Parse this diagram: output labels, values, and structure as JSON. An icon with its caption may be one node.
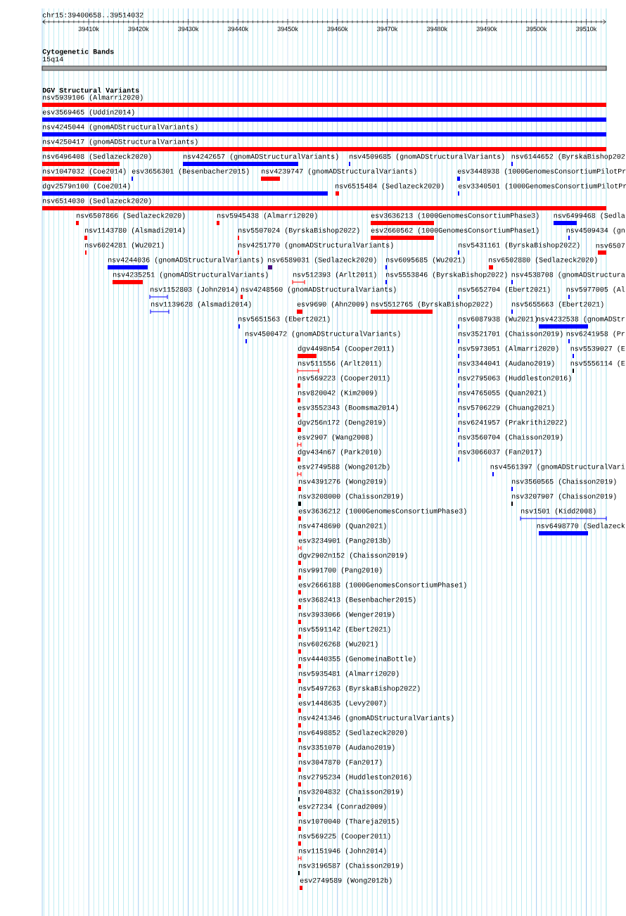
{
  "diagram": {
    "nodes": [
      {
        "text": [
          "15q14"
        ]
      },
      {
        "text": [
          "nsv5939106 (Almarri2020)"
        ]
      },
      {
        "text": [
          "esv3569465 (Uddin2014)"
        ]
      },
      {
        "text": [
          "nsv4245044 (gnomADStructuralVariants)"
        ]
      },
      {
        "text": [
          "nsv4250417 (gnomADStructuralVariants)"
        ]
      },
      {
        "text": [
          "nsv6496408 (Sedlazeck2020)"
        ]
      },
      {
        "text": [
          "nsv4242657 (gnomADStructuralVariants)"
        ]
      },
      {
        "text": [
          "nsv4509685 (gnomADStructuralVariants)"
        ]
      },
      {
        "text": [
          "nsv6144652 (ByrskaBishop202"
        ]
      },
      {
        "text": [
          "nsv1047032 (Coe2014)"
        ]
      },
      {
        "text": [
          "esv3656301 (Besenbacher2015)"
        ]
      },
      {
        "text": [
          "nsv4239747 (gnomADStructuralVariants)"
        ]
      },
      {
        "text": [
          "esv3448938 (1000GenomesConsortiumPilotPr"
        ]
      },
      {
        "text": [
          "dgv2579n100 (Coe2014)"
        ]
      },
      {
        "text": [
          "nsv6515484 (Sedlazeck2020)"
        ]
      },
      {
        "text": [
          "esv3340501 (1000GenomesConsortiumPilotPr"
        ]
      },
      {
        "text": [
          "nsv6514030 (Sedlazeck2020)"
        ]
      },
      {
        "text": [
          "nsv6507866 (Sedlazeck2020)"
        ]
      },
      {
        "text": [
          "nsv5945438 (Almarri2020)"
        ]
      },
      {
        "text": [
          "esv3636213 (1000GenomesConsortiumPhase3)"
        ]
      },
      {
        "text": [
          "nsv6499468 (Sedla"
        ]
      },
      {
        "text": [
          "nsv1143780 (Alsmadi2014)"
        ]
      },
      {
        "text": [
          "nsv5507024 (ByrskaBishop2022)"
        ]
      },
      {
        "text": [
          "esv2660562 (1000GenomesConsortiumPhase1)"
        ]
      },
      {
        "text": [
          "nsv4509434 (gn"
        ]
      },
      {
        "text": [
          "nsv6024281 (Wu2021)"
        ]
      },
      {
        "text": [
          "nsv4251770 (gnomADStructuralVariants)"
        ]
      },
      {
        "text": [
          "nsv5431161 (ByrskaBishop2022)"
        ]
      },
      {
        "text": [
          "nsv6507"
        ]
      },
      {
        "text": [
          "nsv4244036 (gnomADStructuralVariants)"
        ]
      },
      {
        "text": [
          "nsv6589031 (Sedlazeck2020)"
        ]
      },
      {
        "text": [
          "nsv6095685 (Wu2021)"
        ]
      },
      {
        "text": [
          "nsv6502880 (Sedlazeck2020)"
        ]
      },
      {
        "text": [
          "nsv4235251 (gnomADStructuralVariants)"
        ]
      },
      {
        "text": [
          "nsv512393 (Arlt2011)"
        ]
      },
      {
        "text": [
          "nsv5553846 (ByrskaBishop2022)"
        ]
      },
      {
        "text": [
          "nsv4538708 (gnomADStructura"
        ]
      },
      {
        "text": [
          "nsv1152803 (John2014)"
        ]
      },
      {
        "text": [
          "nsv4248560 (gnomADStructuralVariants)"
        ]
      },
      {
        "text": [
          "nsv5652704 (Ebert2021)"
        ]
      },
      {
        "text": [
          "nsv5977005 (Al"
        ]
      },
      {
        "text": [
          "nsv1139628 (Alsmadi2014)"
        ]
      },
      {
        "text": [
          "esv9690 (Ahn2009)"
        ]
      },
      {
        "text": [
          "nsv5512765 (ByrskaBishop2022)"
        ]
      },
      {
        "text": [
          "nsv5655663 (Ebert2021)"
        ]
      },
      {
        "text": [
          "nsv5651563 (Ebert2021)"
        ]
      },
      {
        "text": [
          "nsv6087938 (Wu2021)"
        ]
      },
      {
        "text": [
          "nsv4232538 (gnomADStr"
        ]
      },
      {
        "text": [
          "nsv4500472 (gnomADStructuralVariants)"
        ]
      },
      {
        "text": [
          "nsv3521701 (Chaisson2019)"
        ]
      },
      {
        "text": [
          "nsv6241958 (Pr"
        ]
      },
      {
        "text": [
          "dgv4498n54 (Cooper2011)"
        ]
      },
      {
        "text": [
          "nsv5973051 (Almarri2020)"
        ]
      },
      {
        "text": [
          "nsv5539027 (E"
        ]
      },
      {
        "text": [
          "nsv511556 (Arlt2011)"
        ]
      },
      {
        "text": [
          "nsv3344041 (Audano2019)"
        ]
      },
      {
        "text": [
          "nsv5556114 (E"
        ]
      },
      {
        "text": [
          "nsv569223 (Cooper2011)"
        ]
      },
      {
        "text": [
          "nsv2795063 (Huddleston2016)"
        ]
      },
      {
        "text": [
          "nsv820042 (Kim2009)"
        ]
      },
      {
        "text": [
          "nsv4765055 (Quan2021)"
        ]
      },
      {
        "text": [
          "esv3552343 (Boomsma2014)"
        ]
      },
      {
        "text": [
          "nsv5706229 (Chuang2021)"
        ]
      },
      {
        "text": [
          "dgv256n172 (Deng2019)"
        ]
      },
      {
        "text": [
          "nsv6241957 (Prakrithi2022)"
        ]
      },
      {
        "text": [
          "esv2907 (Wang2008)"
        ]
      },
      {
        "text": [
          "nsv3560704 (Chaisson2019)"
        ]
      },
      {
        "text": [
          "dgv434n67 (Park2010)"
        ]
      },
      {
        "text": [
          "nsv3066037 (Fan2017)"
        ]
      },
      {
        "text": [
          "esv2749588 (Wong2012b)"
        ]
      },
      {
        "text": [
          "nsv4561397 (gnomADStructuralVari"
        ]
      },
      {
        "text": [
          "nsv4391276 (Wong2019)"
        ]
      },
      {
        "text": [
          "nsv3560565 (Chaisson2019)"
        ]
      },
      {
        "text": [
          "nsv3208000 (Chaisson2019)"
        ]
      },
      {
        "text": [
          "nsv3207907 (Chaisson2019)"
        ]
      },
      {
        "text": [
          "esv3636212 (1000GenomesConsortiumPhase3)"
        ]
      },
      {
        "text": [
          "nsv1501 (Kidd2008)"
        ]
      },
      {
        "text": [
          "nsv4748690 (Quan2021)"
        ]
      },
      {
        "text": [
          "nsv6498770 (Sedlazeck"
        ]
      },
      {
        "text": [
          "esv3234901 (Pang2013b)"
        ]
      },
      {
        "text": [
          "dgv2902n152 (Chaisson2019)"
        ]
      },
      {
        "text": [
          "nsv991700 (Pang2010)"
        ]
      },
      {
        "text": [
          "esv2666188 (1000GenomesConsortiumPhase1)"
        ]
      },
      {
        "text": [
          "esv3682413 (Besenbacher2015)"
        ]
      },
      {
        "text": [
          "nsv3933066 (Wenger2019)"
        ]
      },
      {
        "text": [
          "nsv5591142 (Ebert2021)"
        ]
      },
      {
        "text": [
          "nsv6026268 (Wu2021)"
        ]
      },
      {
        "text": [
          "nsv4440355 (GenomeinaBottle)"
        ]
      },
      {
        "text": [
          "nsv5935481 (Almarri2020)"
        ]
      },
      {
        "text": [
          "nsv5497263 (ByrskaBishop2022)"
        ]
      },
      {
        "text": [
          "esv1448635 (Levy2007)"
        ]
      },
      {
        "text": [
          "nsv4241346 (gnomADStructuralVariants)"
        ]
      },
      {
        "text": [
          "nsv6498852 (Sedlazeck2020)"
        ]
      },
      {
        "text": [
          "nsv3351070 (Audano2019)"
        ]
      },
      {
        "text": [
          "nsv3047870 (Fan2017)"
        ]
      },
      {
        "text": [
          "nsv2795234 (Huddleston2016)"
        ]
      },
      {
        "text": [
          "nsv3204832 (Chaisson2019)"
        ]
      },
      {
        "text": [
          "esv27234 (Conrad2009)"
        ]
      },
      {
        "text": [
          "nsv1070040 (Thareja2015)"
        ]
      },
      {
        "text": [
          "nsv569225 (Cooper2011)"
        ]
      },
      {
        "text": [
          "nsv1151946 (John2014)"
        ]
      },
      {
        "text": [
          "nsv3196587 (Chaisson2019)"
        ]
      },
      {
        "text": [
          "esv2749589 (Wong2012b)"
        ]
      }
    ],
    "labels": [
      "chr15:39400658..39514032",
      "39410k",
      "39420k",
      "39430k",
      "39440k",
      "39450k",
      "39460k",
      "39470k",
      "39480k",
      "39490k",
      "39500k",
      "39510k",
      "Cytogenetic Bands",
      "DGV Structural Variants"
    ]
  }
}
